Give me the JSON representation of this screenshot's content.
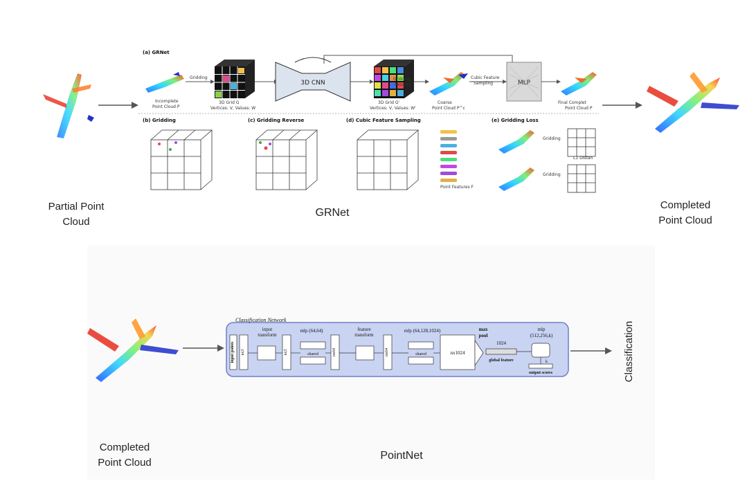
{
  "top": {
    "input_label": "Partial Point\nCloud",
    "center_label": "GRNet",
    "output_label": "Completed\nPoint Cloud",
    "grnet": {
      "title_a": "(a) GRNet",
      "gridding": "Gridding",
      "incomplete_1": "Incomplete",
      "incomplete_2": "Point Cloud P",
      "grid_1": "3D Grid G",
      "grid_2": "Vertices: V, Values: W",
      "cnn": "3D CNN",
      "grid2_1": "3D Grid G'",
      "grid2_2": "Vertices: V, Values: W'",
      "grid_rev_1": "Gridding",
      "grid_rev_2": "Reverse",
      "coarse_1": "Coarse",
      "coarse_2": "Point Cloud P^c",
      "cubic_1": "Cubic Feature",
      "cubic_2": "Sampling",
      "mlp": "MLP",
      "final_1": "Final Complet",
      "final_2": "Point Cloud P",
      "title_b": "(b) Gridding",
      "title_c": "(c) Gridding Reverse",
      "title_d": "(d) Cubic Feature Sampling",
      "title_e": "(e) Gridding Loss",
      "point_features": "Point Features F",
      "loss_grid_1": "Gridding",
      "loss_grid_2": "Gridding",
      "l1": "L1 Distan"
    }
  },
  "bottom": {
    "input_label": "Completed\nPoint Cloud",
    "center_label": "PointNet",
    "output_label": "Classification",
    "pointnet": {
      "title": "Classification Network",
      "input_points": "input points",
      "n3a": "nx3",
      "input_transform_1": "input",
      "input_transform_2": "transform",
      "n3b": "nx3",
      "mlp1": "mlp (64,64)",
      "shared1": "shared",
      "n64a": "nx64",
      "feature_transform_1": "feature",
      "feature_transform_2": "transform",
      "n64b": "nx64",
      "mlp2": "mlp (64,128,1024)",
      "shared2": "shared",
      "n1024": "nx1024",
      "maxpool_1": "max",
      "maxpool_2": "pool",
      "gf_size": "1024",
      "global_feature": "global feature",
      "mlp3_1": "mlp",
      "mlp3_2": "(512,256,k)",
      "k": "k",
      "output_scores": "output scores"
    }
  },
  "colors": {
    "pointnet_bg": "#c9d3f2",
    "pointnet_border": "#6f7fc7",
    "cnn_fill": "#dbe3ee",
    "mlp_fill": "#d9d9d9"
  }
}
